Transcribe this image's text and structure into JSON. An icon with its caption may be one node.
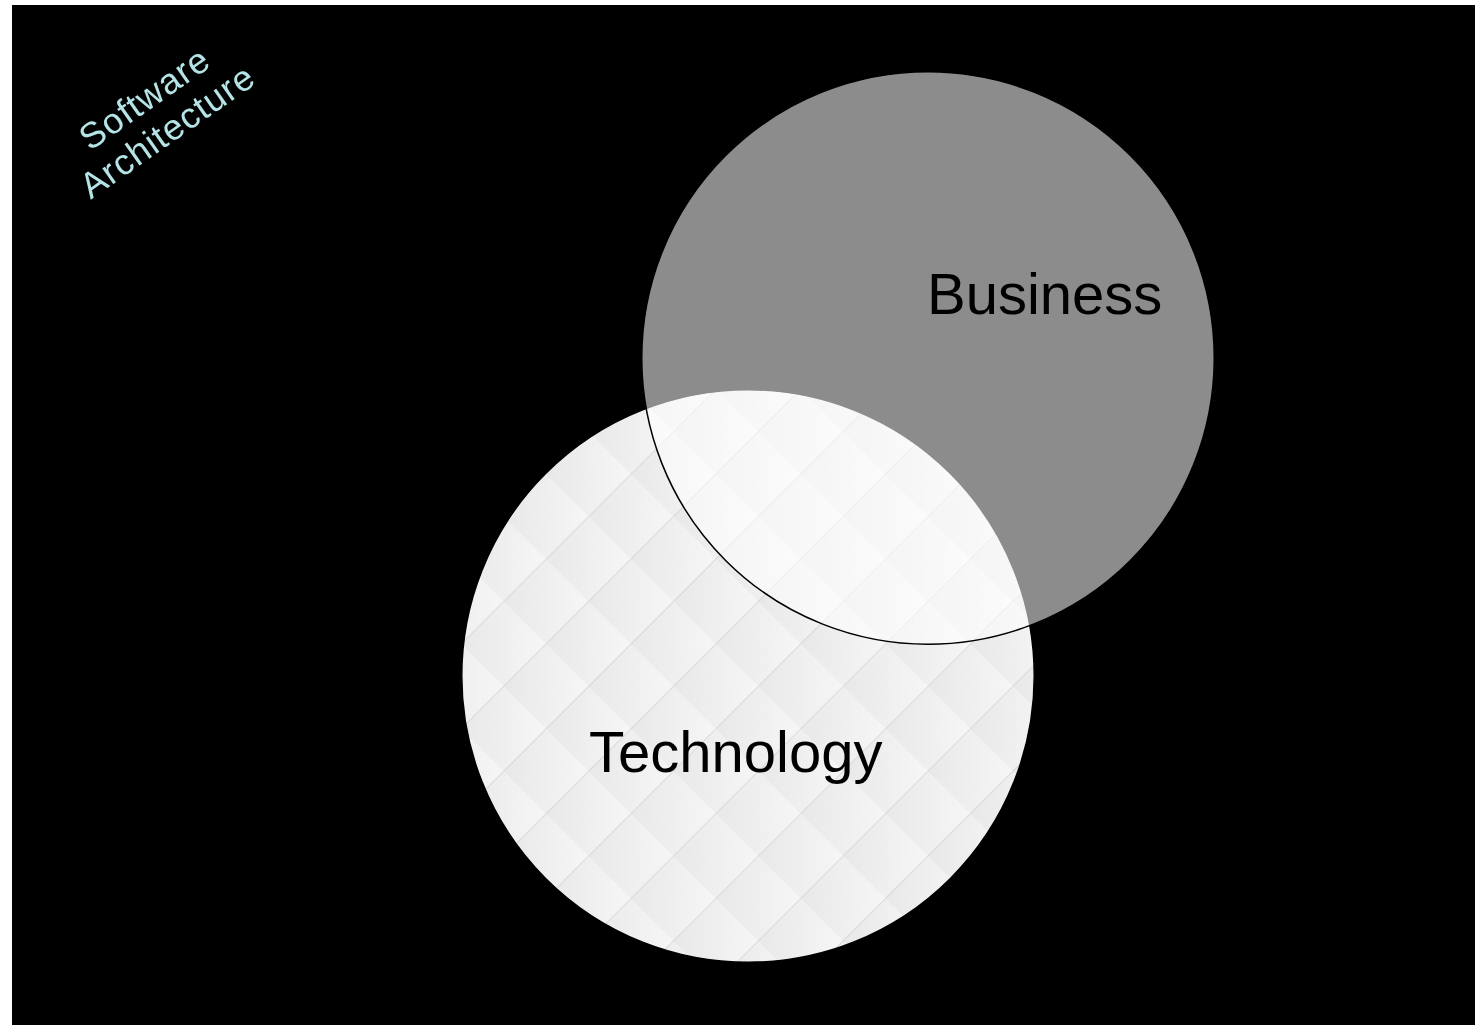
{
  "diagram": {
    "nodes": [
      {
        "text": [
          "Business"
        ]
      },
      {
        "text": [
          "Technology"
        ]
      }
    ],
    "labels": [
      "Software Architecture"
    ]
  }
}
